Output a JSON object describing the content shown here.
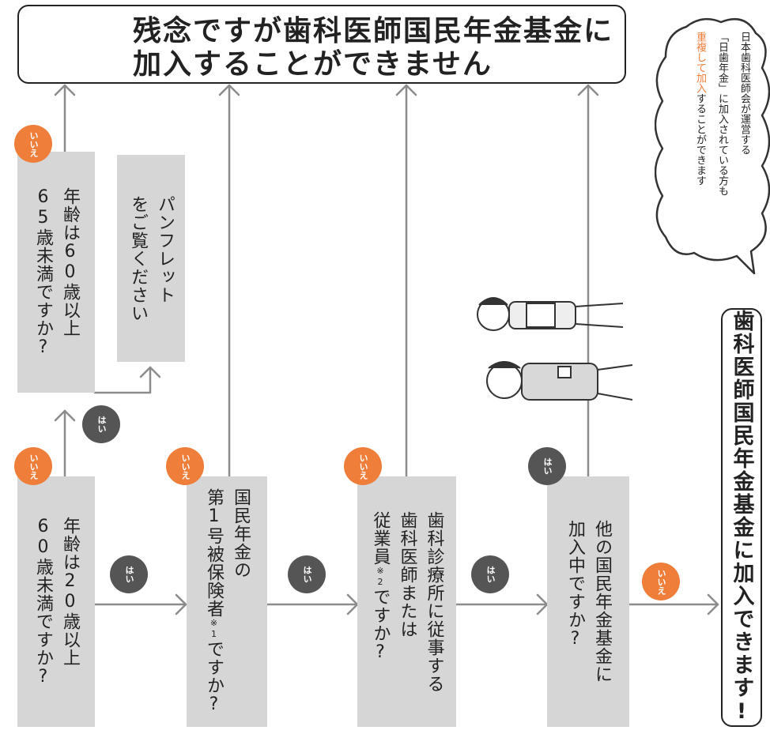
{
  "header": {
    "line1": "残念ですが歯科医師国民年金基金に",
    "line2": "加入することができません"
  },
  "questions": {
    "q1": "年齢は20歳以上\n60歳未満ですか?",
    "q2": "年齢は60歳以上\n65歳未満ですか?",
    "pamphlet": "パンフレット\nをご覧ください",
    "q3_line1": "国民年金の",
    "q3_line2a": "第1号被保険者",
    "q3_line2_note": "※1",
    "q3_line2b": "ですか?",
    "q4_line1": "歯科診療所に従事する",
    "q4_line2": "歯科医師または",
    "q4_line3a": "従業員",
    "q4_line3_note": "※2",
    "q4_line3b": "ですか?",
    "q5": "他の国民年金基金に\n加入中ですか?"
  },
  "badges": {
    "no": "いいえ",
    "yes": "はい"
  },
  "cloud": {
    "line1": "日本歯科医師会が運営する",
    "line2": "「日歯年金」に加入されている方も",
    "line3_highlight": "重複して加入",
    "line3_rest": "することができます"
  },
  "final": "歯科医師国民年金基金に加入できます!",
  "colors": {
    "no_badge": "#ee7e3a",
    "yes_badge": "#555555",
    "box_fill": "#d6d6d6",
    "arrow": "#8c8c8c"
  }
}
